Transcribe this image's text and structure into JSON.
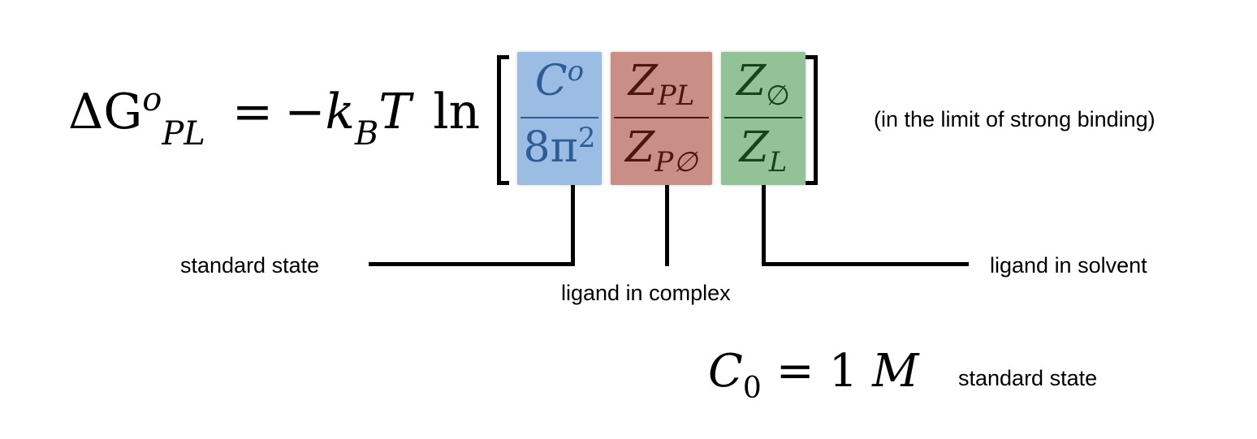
{
  "equation": {
    "lhs_symbol": "ΔG",
    "lhs_sup": "o",
    "lhs_sub": "PL",
    "equals": "=",
    "minus": "−",
    "kb": "k",
    "kb_sub": "B",
    "T": "T",
    "ln": "ln",
    "frac1_num": "C",
    "frac1_num_sup": "o",
    "frac1_den": "8π",
    "frac1_den_sup": "2",
    "frac2_num": "Z",
    "frac2_num_sub": "PL",
    "frac2_den": "Z",
    "frac2_den_sub": "P∅",
    "frac3_num": "Z",
    "frac3_num_sub": "∅",
    "frac3_den": "Z",
    "frac3_den_sub": "L"
  },
  "annotations": {
    "limit_note": "(in the limit of strong binding)",
    "standard_state_label": "standard state",
    "ligand_complex_label": "ligand in complex",
    "ligand_solvent_label": "ligand in solvent"
  },
  "footer": {
    "c0_symbol": "C",
    "c0_sub": "0",
    "c0_equals": "=",
    "c0_value": "1",
    "c0_unit": "M",
    "c0_label": "standard state"
  },
  "colors": {
    "standard_state_box": "#9cbde3",
    "complex_box": "#c98f86",
    "solvent_box": "#93c296"
  }
}
